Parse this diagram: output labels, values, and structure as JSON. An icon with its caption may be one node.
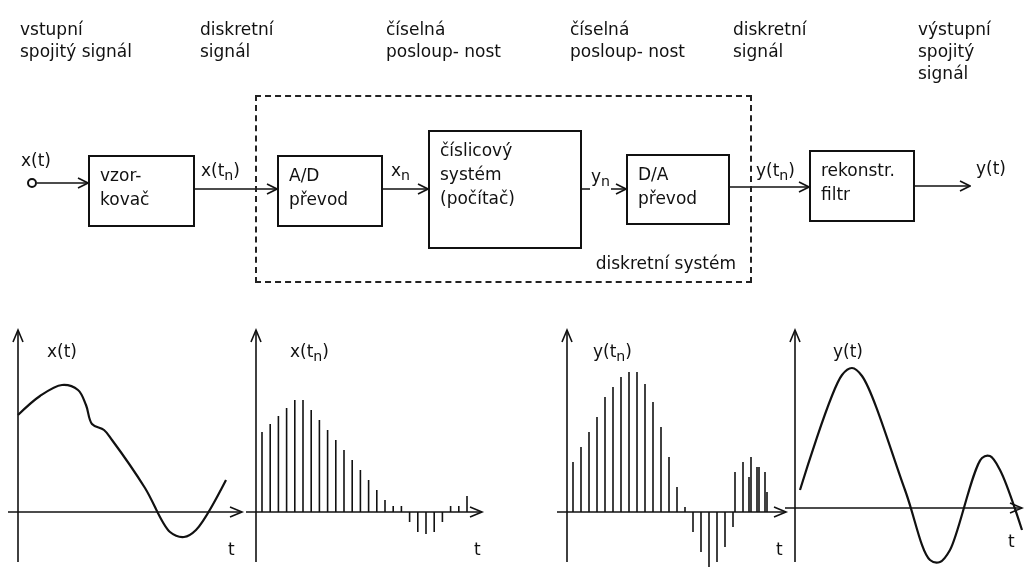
{
  "diagram": {
    "nodes": [
      {
        "text": [],
        "shape": "circle"
      },
      {
        "text": [
          "vzor- kovač"
        ]
      },
      {
        "text": [
          "diskretní systém"
        ]
      },
      {
        "text": [
          "A/D převod"
        ],
        "in": 2
      },
      {
        "text": [
          "číslicový systém (počítač)"
        ],
        "in": 2
      },
      {
        "text": [
          "D/A převod"
        ],
        "in": 2
      },
      {
        "text": [
          "rekonstr. filtr"
        ]
      }
    ],
    "edges": [
      {
        "from": 0,
        "to": 1,
        "arrow": "to",
        "label": "x(t)"
      },
      {
        "from": 1,
        "to": 3,
        "arrow": "to",
        "label": "x(t$_{n}$)"
      },
      {
        "from": 3,
        "to": 4,
        "arrow": "to",
        "label": "x$_{n}$"
      },
      {
        "from": 4,
        "to": 5,
        "arrow": "to",
        "label": "y$_{n}$"
      },
      {
        "from": 5,
        "to": 6,
        "arrow": "to",
        "label": "y(t$_{n}$)"
      },
      {
        "from": 6,
        "to": null,
        "arrow": "to",
        "label": "y(t)"
      }
    ],
    "labels": [
      "vstupní spojitý signál",
      "diskretní signál",
      "číselná posloup- nost",
      "číselná posloup- nost",
      "diskretní signál",
      "výstupní spojitý signál",
      "x(t)",
      "x(t$_{n}$)",
      "y(t$_{n}$)",
      "y(t)",
      "t",
      "t",
      "t",
      "t"
    ]
  }
}
